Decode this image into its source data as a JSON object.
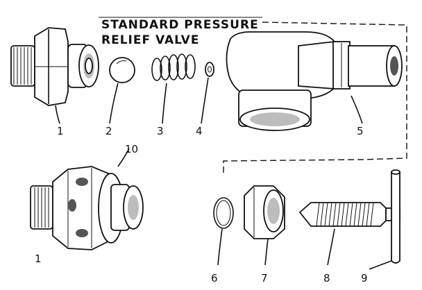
{
  "title_line1": "STANDARD PRESSURE",
  "title_line2": "RELIEF  VALVE",
  "callouts": [
    "1",
    "2",
    "3",
    "4",
    "5",
    "6",
    "7",
    "8",
    "9",
    "10"
  ],
  "stray_mark": "1"
}
